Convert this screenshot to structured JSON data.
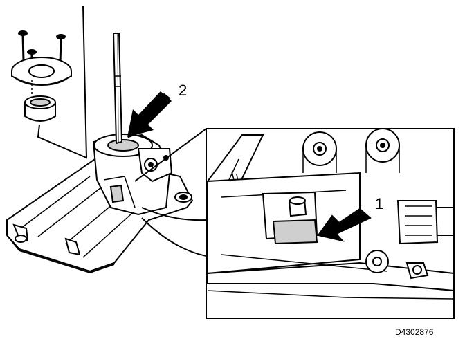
{
  "figure": {
    "callouts": {
      "label_1": "1",
      "label_2": "2"
    },
    "figure_code": "D4302876",
    "colors": {
      "ink": "#000000",
      "paper": "#ffffff",
      "shade": "#cfcfcf"
    },
    "icons": {
      "pointer_arrow": "arrow-icon"
    }
  }
}
